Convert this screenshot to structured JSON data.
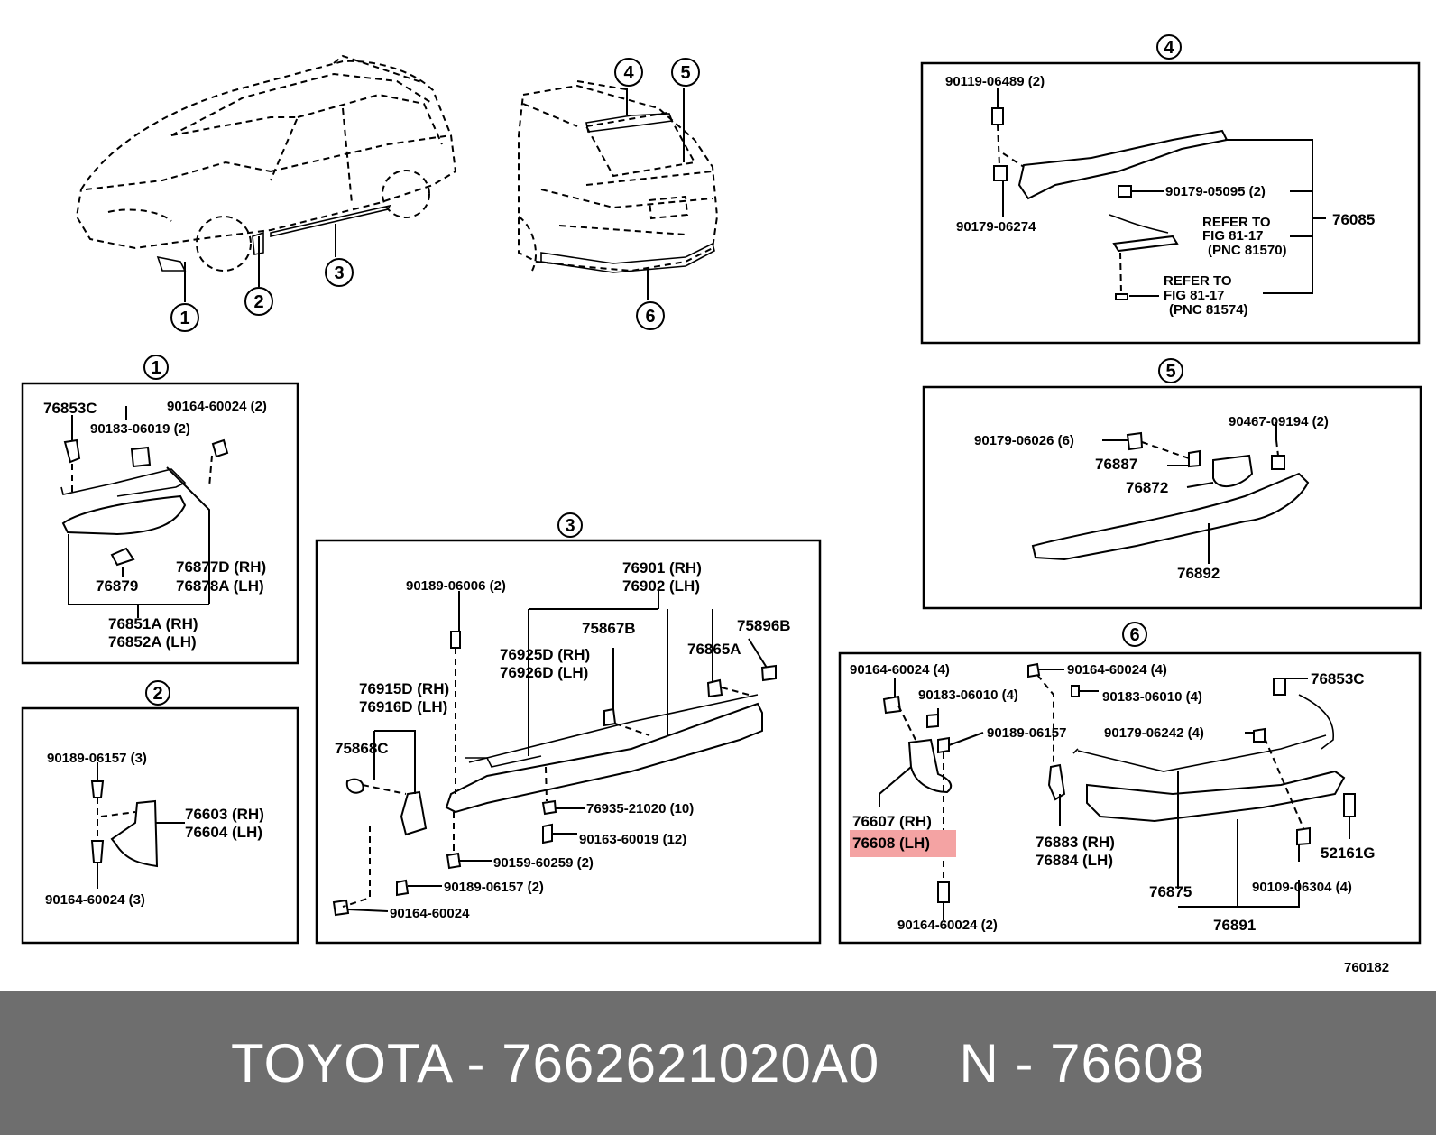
{
  "diagram": {
    "overview_callouts": [
      "1",
      "2",
      "3",
      "4",
      "5",
      "6"
    ],
    "page_code": "760182",
    "section_1": {
      "callout": "1",
      "labels": [
        "76853C",
        "90164-60024 (2)",
        "90183-06019 (2)",
        "76877D (RH)",
        "76878A (LH)",
        "76879",
        "76851A (RH)",
        "76852A (LH)"
      ]
    },
    "section_2": {
      "callout": "2",
      "labels": [
        "90189-06157 (3)",
        "76603 (RH)",
        "76604 (LH)",
        "90164-60024 (3)"
      ]
    },
    "section_3": {
      "callout": "3",
      "labels": [
        "90189-06006 (2)",
        "76901 (RH)",
        "76902 (LH)",
        "75867B",
        "75896B",
        "76925D (RH)",
        "76926D (LH)",
        "76865A",
        "76915D (RH)",
        "76916D (LH)",
        "75868C",
        "76935-21020 (10)",
        "90163-60019 (12)",
        "90159-60259 (2)",
        "90189-06157 (2)",
        "90164-60024"
      ]
    },
    "section_4": {
      "callout": "4",
      "labels": [
        "90119-06489 (2)",
        "90179-05095 (2)",
        "76085",
        "90179-06274",
        "REFER TO",
        "FIG 81-17",
        "(PNC 81570)",
        "REFER TO",
        "FIG 81-17",
        "(PNC 81574)"
      ]
    },
    "section_5": {
      "callout": "5",
      "labels": [
        "90179-06026 (6)",
        "90467-09194 (2)",
        "76887",
        "76872",
        "76892"
      ]
    },
    "section_6": {
      "callout": "6",
      "labels": [
        "90164-60024 (4)",
        "90164-60024 (4)",
        "90183-06010 (4)",
        "90183-06010 (4)",
        "76853C",
        "90189-06157",
        "90179-06242 (4)",
        "76607 (RH)",
        "76608 (LH)",
        "76883 (RH)",
        "76884 (LH)",
        "52161G",
        "90109-06304 (4)",
        "76875",
        "76891",
        "90164-60024 (2)"
      ],
      "highlighted_label": "76608 (LH)",
      "highlight_color": "#f4a3a3"
    }
  },
  "footer": {
    "text": "TOYOTA - 7662621020A0     N - 76608",
    "background": "#6e6e6e",
    "color": "#ffffff"
  }
}
